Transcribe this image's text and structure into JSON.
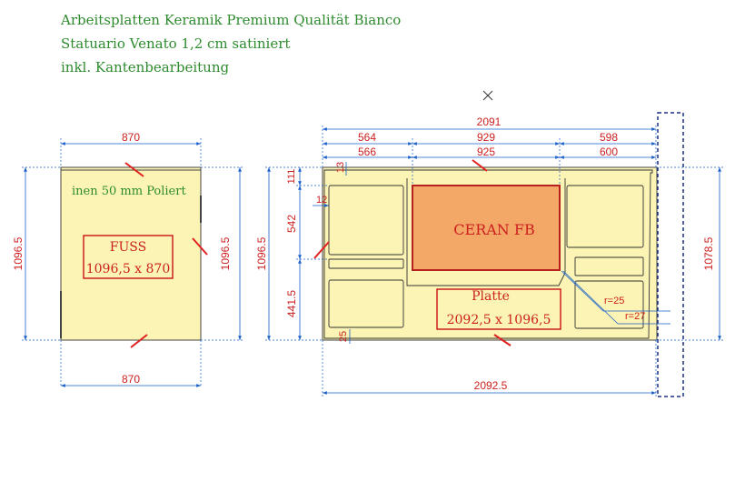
{
  "header": {
    "line1": "Arbeitsplatten Keramik Premium Qualität Bianco",
    "line2": "Statuario Venato 1,2 cm satiniert",
    "line3": "inkl. Kantenbearbeitung"
  },
  "foot_piece": {
    "top_width": "870",
    "bottom_width": "870",
    "left_height": "1096.5",
    "right_height": "1096.5",
    "polish_note": "inen 50 mm Poliert",
    "label_name": "FUSS",
    "label_size": "1096,5 x 870"
  },
  "main_piece": {
    "total_top": "2091",
    "seg_row1": [
      "564",
      "929",
      "598"
    ],
    "seg_row2": [
      "566",
      "925",
      "600"
    ],
    "total_bottom": "2092.5",
    "left_height": "1096.5",
    "right_height": "1078.5",
    "left_segs": [
      "111",
      "542",
      "441.5"
    ],
    "small_13": "13",
    "small_12": "12",
    "small_25": "25",
    "cooktop_label": "CERAN FB",
    "radius_1": "r=25",
    "radius_2": "r=27",
    "label_name": "Platte",
    "label_size": "2092,5 x 1096,5"
  },
  "colors": {
    "slab_fill": "#fbf4b4",
    "cooktop_fill": "#f4a868",
    "dimension_blue": "#1a60c8",
    "dimension_text_red": "#cc1f1f",
    "title_green": "#2e8b2e"
  }
}
